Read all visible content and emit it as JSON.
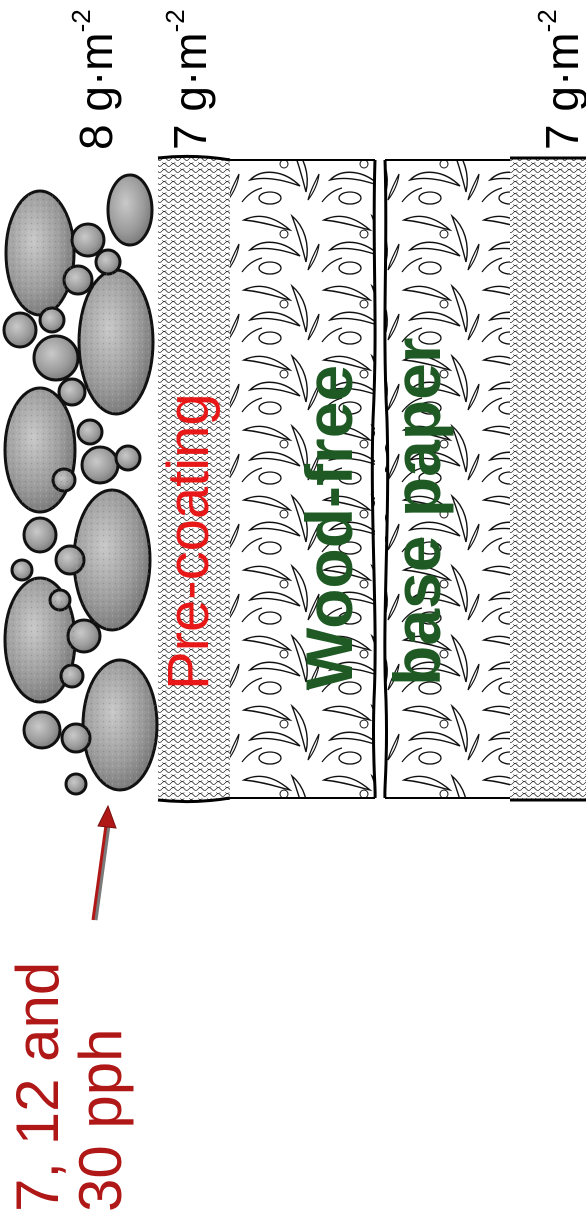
{
  "diagram": {
    "grammage_top_outer": {
      "value": "8 g·m",
      "exponent": "-2"
    },
    "grammage_top_inner": {
      "value": "7 g·m",
      "exponent": "-2"
    },
    "grammage_bottom": {
      "value": "7 g·m",
      "exponent": "-2"
    },
    "binder_label_line1": "7, 12 and",
    "binder_label_line2": "30 pph",
    "precoating_label": "Pre-coating",
    "base_label_line1": "Wood-free",
    "base_label_line2": "base paper",
    "colors": {
      "binder_label": "#b01818",
      "precoating_label": "#e81818",
      "base_label": "#1f5a25",
      "arrow": "#b01818"
    }
  }
}
